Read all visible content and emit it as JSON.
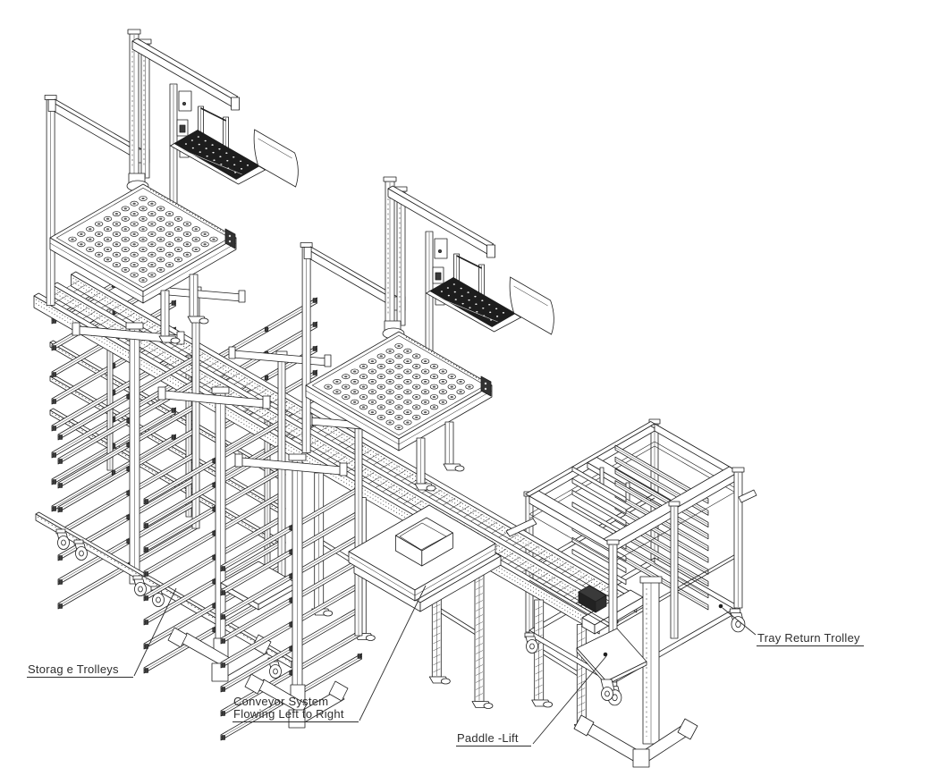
{
  "meta": {
    "drawing_type": "isometric CAD line drawing",
    "background": "#ffffff",
    "line_color": "#1f1f1f",
    "text_color": "#2e2e2e",
    "keyboard_fill": "#1d1d1d",
    "motor_fill": "#2b2b2b"
  },
  "annotations": {
    "storage": {
      "text": "Storag e Trolleys",
      "underline": true
    },
    "conveyor": {
      "line1": "Conveyor System",
      "line2": "Flowing Left to Right",
      "underline": true
    },
    "paddle": {
      "text": "Paddle -Lift",
      "underline": true
    },
    "tray": {
      "text": "Tray Return Trolley",
      "underline": true
    }
  }
}
